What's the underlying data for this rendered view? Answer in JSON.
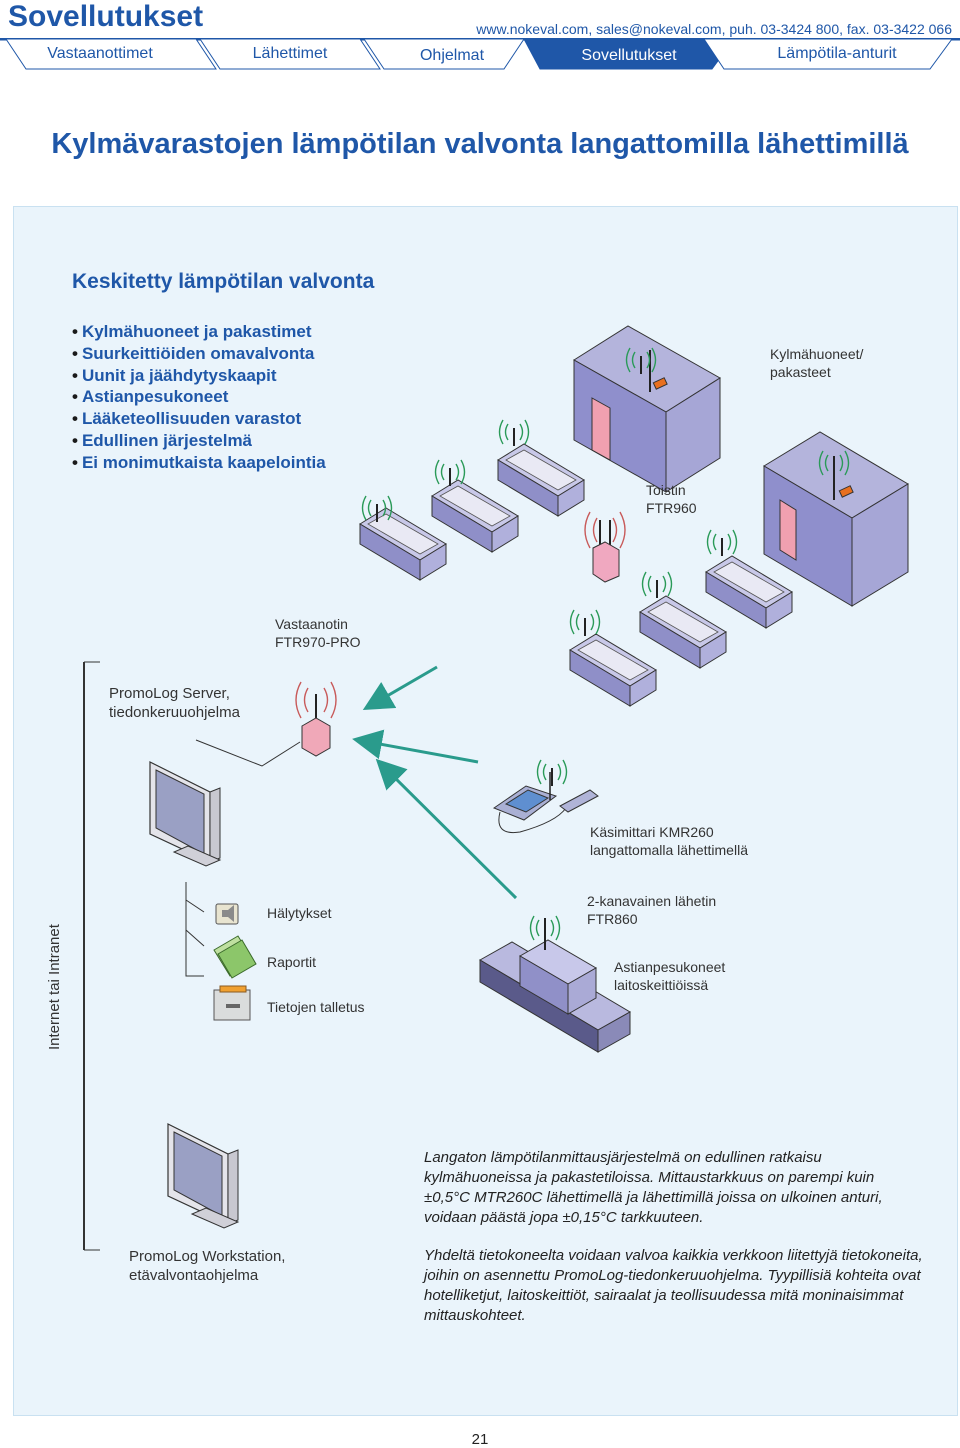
{
  "header": {
    "brand": "Sovellutukset",
    "contact": "www.nokeval.com, sales@nokeval.com, puh. 03-3424 800, fax. 03-3422 066",
    "tabs": [
      {
        "label": "Vastaanottimet",
        "active": false
      },
      {
        "label": "Lähettimet",
        "active": false
      },
      {
        "label": "Ohjelmat",
        "active": false
      },
      {
        "label": "Sovellutukset",
        "active": true
      },
      {
        "label": "Lämpötila-anturit",
        "active": false
      }
    ],
    "accent_color": "#1f57a8"
  },
  "page_title": "Kylmävarastojen lämpötilan valvonta langattomilla lähettimillä",
  "panel": {
    "subtitle": "Keskitetty lämpötilan valvonta",
    "bullets": [
      "Kylmähuoneet ja pakastimet",
      "Suurkeittiöiden omavalvonta",
      "Uunit ja jäähdytyskaapit",
      "Astianpesukoneet",
      "Lääketeollisuuden varastot",
      "Edullinen järjestelmä",
      "Ei monimutkaista kaapelointia"
    ]
  },
  "diagram": {
    "cold_rooms": [
      "Kylmähuoneet/",
      "pakasteet"
    ],
    "repeater": [
      "Toistin",
      "FTR960"
    ],
    "receiver": [
      "Vastaanotin",
      "FTR970-PRO"
    ],
    "server": [
      "PromoLog Server,",
      "tiedonkeruuohjelma"
    ],
    "handheld": [
      "Käsimittari KMR260",
      "langattomalla lähettimellä"
    ],
    "network": "Internet tai Intranet",
    "outputs": [
      {
        "label": "Hälytykset",
        "icon": "speaker-icon"
      },
      {
        "label": "Raportit",
        "icon": "report-icon"
      },
      {
        "label": "Tietojen talletus",
        "icon": "storage-icon"
      }
    ],
    "transmitter": [
      "2-kanavainen lähetin",
      "FTR860"
    ],
    "dishwashers": [
      "Astianpesukoneet",
      "laitoskeittiöissä"
    ],
    "workstation": [
      "PromoLog Workstation,",
      "etävalvontaohjelma"
    ]
  },
  "paragraphs": [
    "Langaton lämpötilanmittausjärjestelmä on edullinen ratkaisu kylmähuoneissa ja pakastetiloissa. Mittaustarkkuus on parempi kuin ±0,5°C MTR260C lähettimellä ja lähettimillä joissa on ulkoinen anturi, voidaan päästä jopa ±0,15°C tarkkuuteen.",
    "Yhdeltä tietokoneelta voidaan valvoa kaikkia verkkoon liitettyjä tietokoneita, joihin on asennettu PromoLog-tiedonkeruuohjelma. Tyypillisiä kohteita ovat hotelliketjut, laitoskeittiöt, sairaalat ja teollisuudessa mitä moninaisimmat mittauskohteet."
  ],
  "page_number": "21"
}
